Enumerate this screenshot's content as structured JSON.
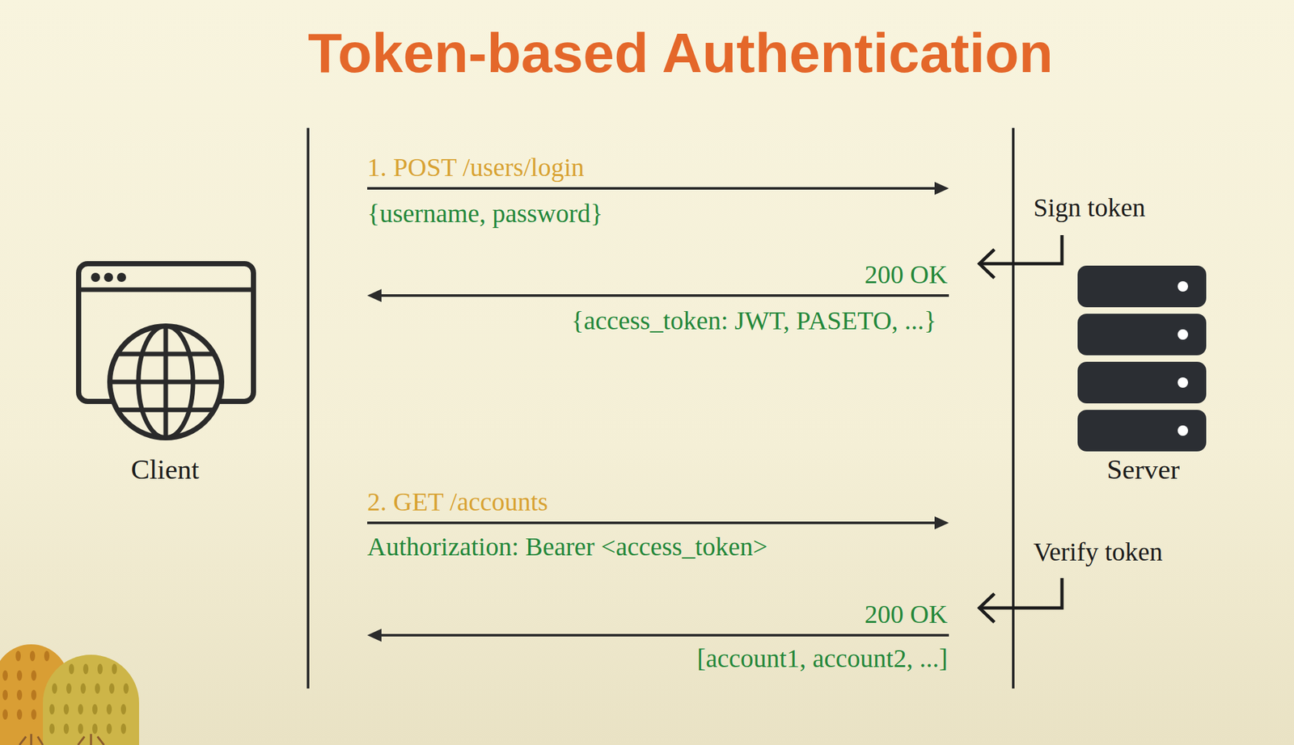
{
  "diagram": {
    "title": "Token-based Authentication",
    "nodes": [
      {
        "text": [
          "Client"
        ]
      },
      {
        "text": [
          "Server"
        ]
      }
    ],
    "edges": [
      {
        "from": 0,
        "to": 1,
        "arrow": "to",
        "label": "1. POST /users/login"
      },
      {
        "from": 1,
        "to": 0,
        "arrow": "to",
        "label": "200 OK"
      },
      {
        "from": 0,
        "to": 1,
        "arrow": "to",
        "label": "2. GET /accounts"
      },
      {
        "from": 1,
        "to": 0,
        "arrow": "to",
        "label": "200 OK"
      }
    ],
    "labels": [
      "{username, password}",
      "{access_token: JWT, PASETO, ...}",
      "Sign token",
      "Authorization: Bearer <access_token>",
      "[account1, account2, ...]",
      "Verify token"
    ]
  }
}
